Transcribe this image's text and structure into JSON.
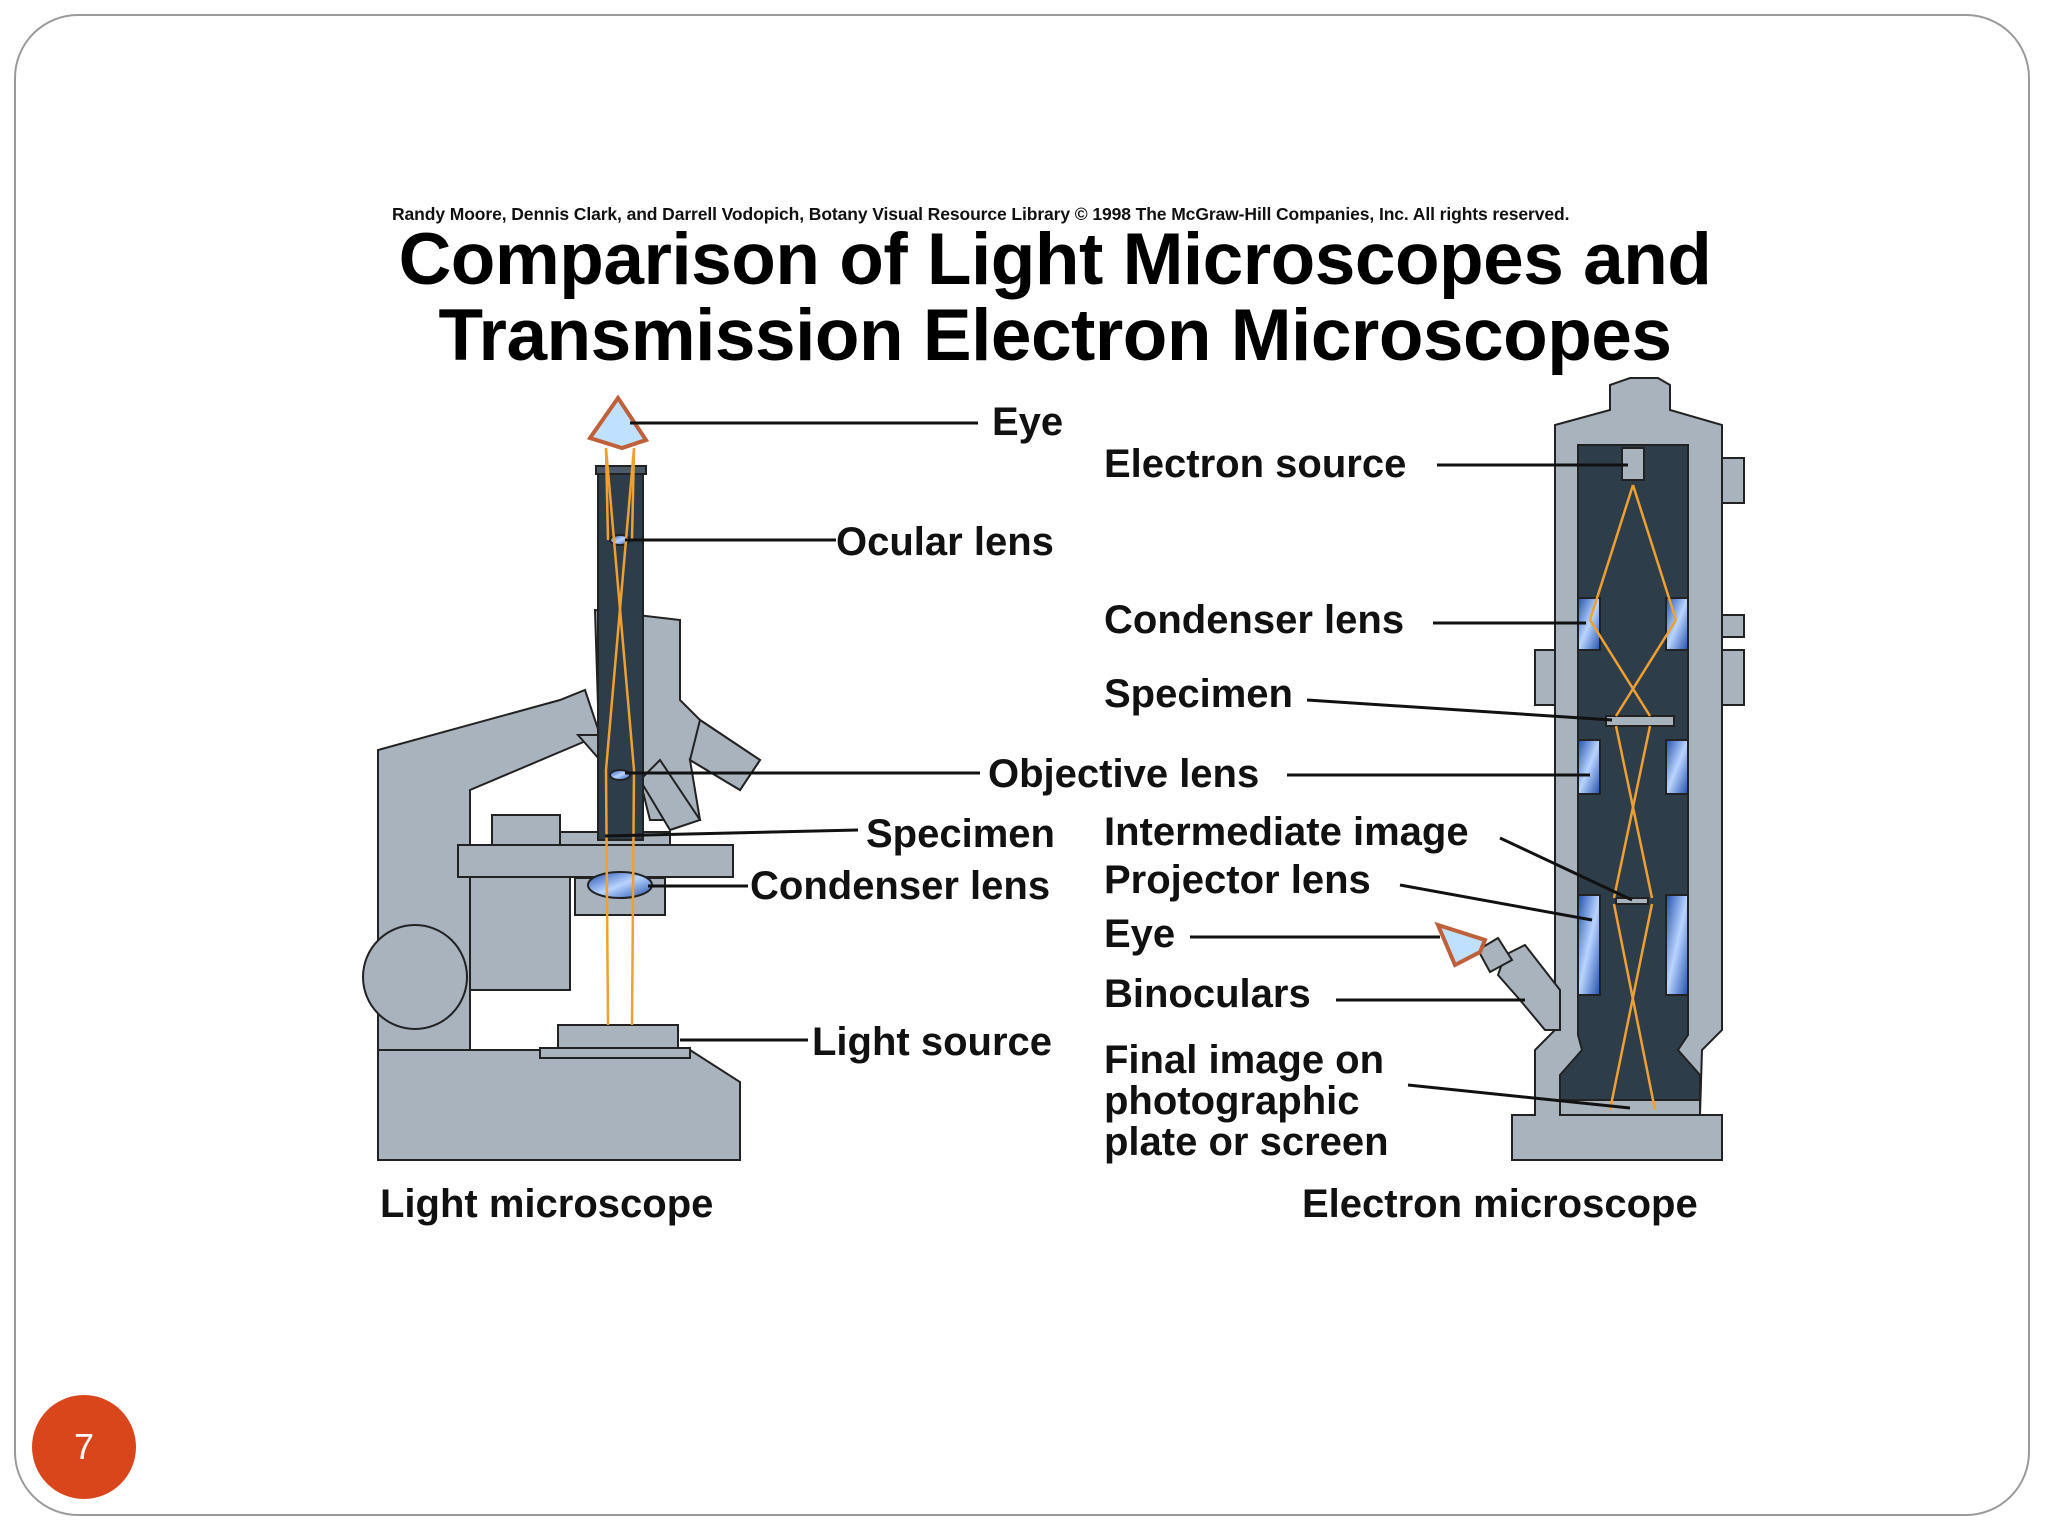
{
  "credit": "Randy Moore, Dennis Clark, and Darrell Vodopich, Botany Visual Resource Library © 1998 The McGraw-Hill Companies, Inc. All rights reserved.",
  "title_line1": "Comparison of Light Microscopes and",
  "title_line2": "Transmission Electron Microscopes",
  "light": {
    "eye": "Eye",
    "ocular_lens": "Ocular lens",
    "objective_lens": "Objective lens",
    "specimen": "Specimen",
    "condenser_lens": "Condenser lens",
    "light_source": "Light source",
    "caption": "Light microscope"
  },
  "electron": {
    "electron_source": "Electron source",
    "condenser_lens": "Condenser lens",
    "specimen": "Specimen",
    "intermediate_image": "Intermediate image",
    "projector_lens": "Projector lens",
    "eye": "Eye",
    "binoculars": "Binoculars",
    "final_image_line1": "Final image on",
    "final_image_line2": "photographic",
    "final_image_line3": "plate or screen",
    "caption": "Electron microscope"
  },
  "page_number": "7",
  "colors": {
    "body_gray": "#a9b3bd",
    "dark_column": "#2e3d4a",
    "beam": "#f0a030",
    "lens_blue": "#3a78d8",
    "page_badge": "#d9461c"
  }
}
